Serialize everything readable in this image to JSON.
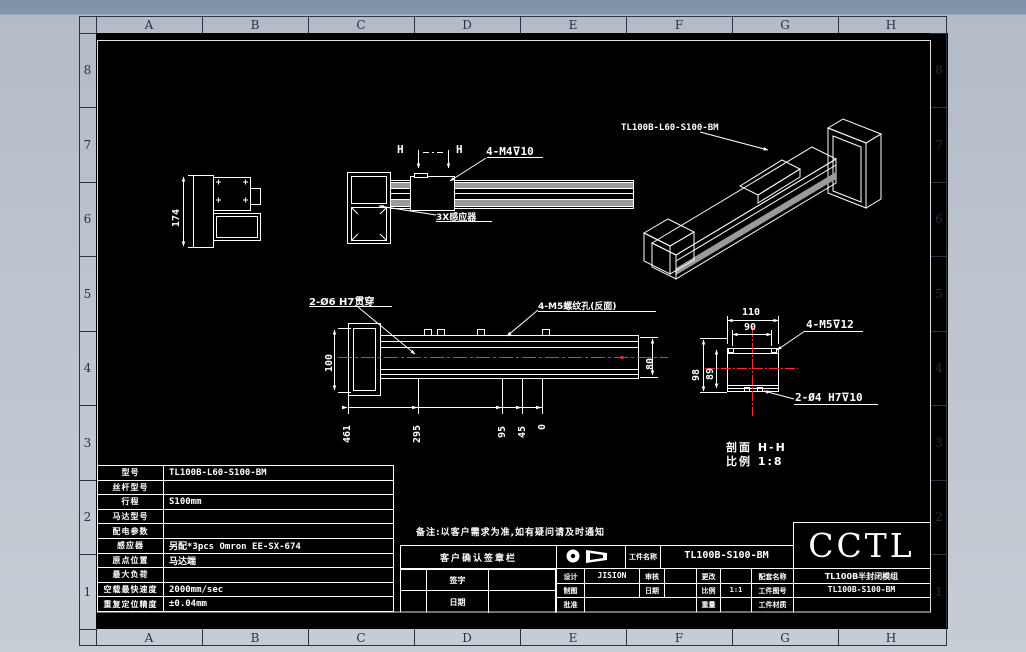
{
  "frame": {
    "cols": [
      "A",
      "B",
      "C",
      "D",
      "E",
      "F",
      "G",
      "H"
    ],
    "rows": [
      "8",
      "7",
      "6",
      "5",
      "4",
      "3",
      "2",
      "1"
    ]
  },
  "colors": {
    "paper": "#000000",
    "line": "#ffffff",
    "band": "#9b9b9b",
    "centerline": "#ff2a2a",
    "ruler_text": "#26304a"
  },
  "views": {
    "end_view": {
      "dim_height": "174"
    },
    "top_view": {
      "section_mark": "H",
      "thread_label": "4-M4⊽10",
      "sensor_label": "3X感应器"
    },
    "iso_view": {
      "part_label": "TL100B-L60-S100-BM"
    },
    "front_view": {
      "hole_label": "2-Ø6 H7贯穿",
      "thread_label": "4-M5螺纹孔(反面)",
      "dim_left": "100",
      "dim_right": "80",
      "ordinates": [
        "461",
        "295",
        "95",
        "45",
        "0"
      ]
    },
    "section_view": {
      "dim_width": "110",
      "dim_inner": "90",
      "dim_height": "98",
      "dim_inner_h": "89",
      "thread_label": "4-M5⊽12",
      "hole_label": "2-Ø4 H7⊽10",
      "caption_line1": "剖面 H-H",
      "caption_line2": "比例 1:8"
    }
  },
  "spec_table": {
    "rows": [
      {
        "label": "型号",
        "value": "TL100B-L60-S100-BM"
      },
      {
        "label": "丝杆型号",
        "value": ""
      },
      {
        "label": "行程",
        "value": "S100mm"
      },
      {
        "label": "马达型号",
        "value": ""
      },
      {
        "label": "配电参数",
        "value": ""
      },
      {
        "label": "感应器",
        "value": "另配*3pcs Omron EE-SX-674"
      },
      {
        "label": "原点位置",
        "value": "马达端"
      },
      {
        "label": "最大负荷",
        "value": ""
      },
      {
        "label": "空载最快速度",
        "value": "2000mm/sec"
      },
      {
        "label": "重复定位精度",
        "value": "±0.04mm"
      }
    ]
  },
  "note": "备注:以客户需求为准,如有疑问请及时通知",
  "customer_block": {
    "title": "客户确认签章栏",
    "sign_label": "签字",
    "date_label": "日期"
  },
  "title_block": {
    "logo": "CCTL",
    "part_name_label": "工件名称",
    "part_name": "TL100B-S100-BM",
    "design_label": "设计",
    "design_value": "JISION",
    "check_label": "审核",
    "change_label": "更改",
    "draw_label": "制图",
    "date_label": "日期",
    "scale_label": "比例",
    "scale_value": "1:1",
    "approve_label": "批准",
    "weight_label": "重量",
    "assembly_label": "配套名称",
    "assembly_value": "TL100B半封闭模组",
    "drawing_no_label": "工件图号",
    "drawing_no_value": "TL100B-S100-BM",
    "material_label": "工件材质"
  }
}
